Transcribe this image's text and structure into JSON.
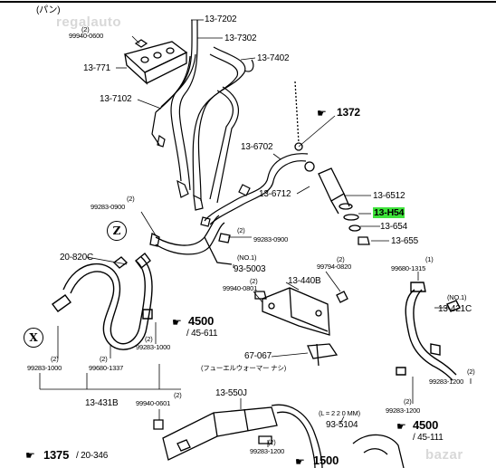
{
  "header": {
    "note": "(パン)"
  },
  "watermarks": {
    "top": "regalauto",
    "bottom": "bazar"
  },
  "parts": {
    "p_9994": "99940-0600",
    "p_13_7202": "13-7202",
    "p_13_7302": "13-7302",
    "p_13_7402": "13-7402",
    "p_13_771": "13-771",
    "p_13_7102": "13-7102",
    "p_1372": "1372",
    "p_13_6702": "13-6702",
    "p_13_6712": "13-6712",
    "p_13_6512": "13-6512",
    "p_13_h54": "13-H54",
    "p_13_654": "13-654",
    "p_13_655": "13-655",
    "p_99283_0900a": "99283-0900",
    "p_99283_0900b": "99283-0900",
    "p_20_820c": "20-820C",
    "p_93_5003": "93-5003",
    "p_99794_0820": "99794-0820",
    "p_99680_1315": "99680-1315",
    "p_13_440b": "13-440B",
    "p_99940_0801": "99940-0801",
    "p_13_421c": "13-421C",
    "p_4500a": "4500",
    "p_45_611": "/ 45-611",
    "p_99283_1000a": "99283-1000",
    "p_99283_1000b": "99283-1000",
    "p_99680_1337": "99680-1337",
    "p_67_067": "67-067",
    "p_fuel_warmer": "(フューエルウォーマー ナシ)",
    "p_99283_1200a": "99283-1200",
    "p_99283_1200b": "99283-1200",
    "p_13_431b": "13-431B",
    "p_99940_0601": "99940-0601",
    "p_13_550j": "13-550J",
    "p_l220": "(L = 2 2 0 MM)",
    "p_93_5104": "93-5104",
    "p_4500b": "4500",
    "p_45_111": "/ 45-111",
    "p_1375": "1375",
    "p_20_346": "/ 20-346",
    "p_99283_1200c": "99283-1200",
    "p_1500": "1500"
  },
  "qty": {
    "q2": "(2)",
    "q1": "(1)",
    "qno1": "(NO.1)"
  },
  "markers": {
    "z": "Z",
    "x": "X"
  },
  "icons": {
    "pointer": "hand-pointer-icon"
  },
  "colors": {
    "highlight": "#3ee33a",
    "line": "#000000",
    "watermark": "#d8d8d8"
  }
}
